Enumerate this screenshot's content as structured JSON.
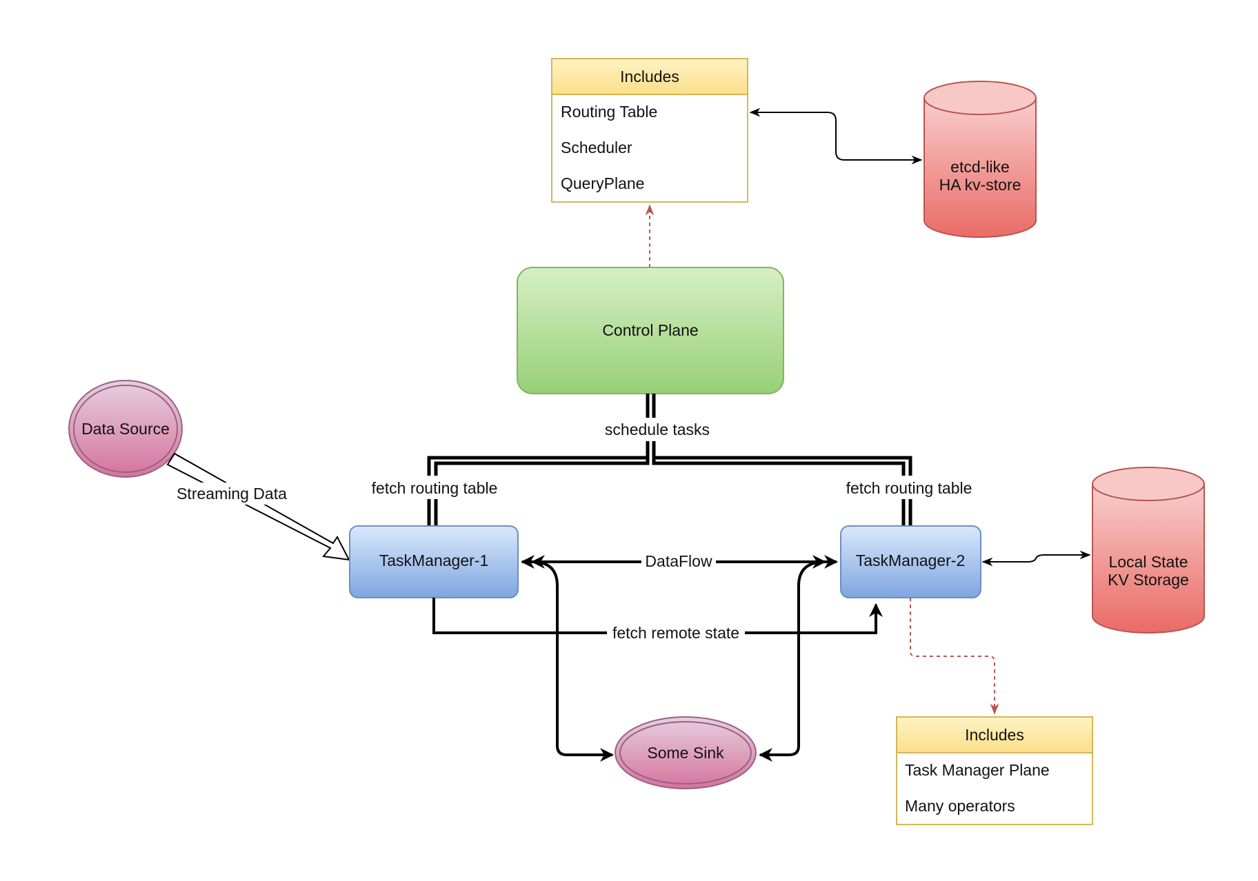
{
  "colors": {
    "list_header": "#fbe9a8",
    "list_border": "#d6b656",
    "control_plane_fill": "#9ad27c",
    "control_plane_stroke": "#82b366",
    "task_fill": "#a9c4ec",
    "task_stroke": "#6c8ebf",
    "storage_fill": "#ea7c7a",
    "storage_stroke": "#b85450",
    "ellipse_fill": "#d58ab5",
    "ellipse_stroke": "#996185",
    "dashed_arrow": "#b85450"
  },
  "top_list": {
    "title": "Includes",
    "items": [
      "Routing Table",
      "Scheduler",
      "QueryPlane"
    ]
  },
  "etcd_store": {
    "line1": "etcd-like",
    "line2": "HA kv-store"
  },
  "control_plane": {
    "label": "Control Plane"
  },
  "data_source": {
    "label": "Data Source"
  },
  "task_manager_1": {
    "label": "TaskManager-1"
  },
  "task_manager_2": {
    "label": "TaskManager-2"
  },
  "local_storage": {
    "line1": "Local State",
    "line2": "KV Storage"
  },
  "sink": {
    "label": "Some Sink"
  },
  "bottom_list": {
    "title": "Includes",
    "items": [
      "Task Manager Plane",
      "Many operators"
    ]
  },
  "edges": {
    "schedule_tasks": "schedule tasks",
    "fetch_routing_left": "fetch routing table",
    "fetch_routing_right": "fetch routing table",
    "streaming_data": "Streaming Data",
    "dataflow": "DataFlow",
    "fetch_remote_state": "fetch remote state"
  }
}
